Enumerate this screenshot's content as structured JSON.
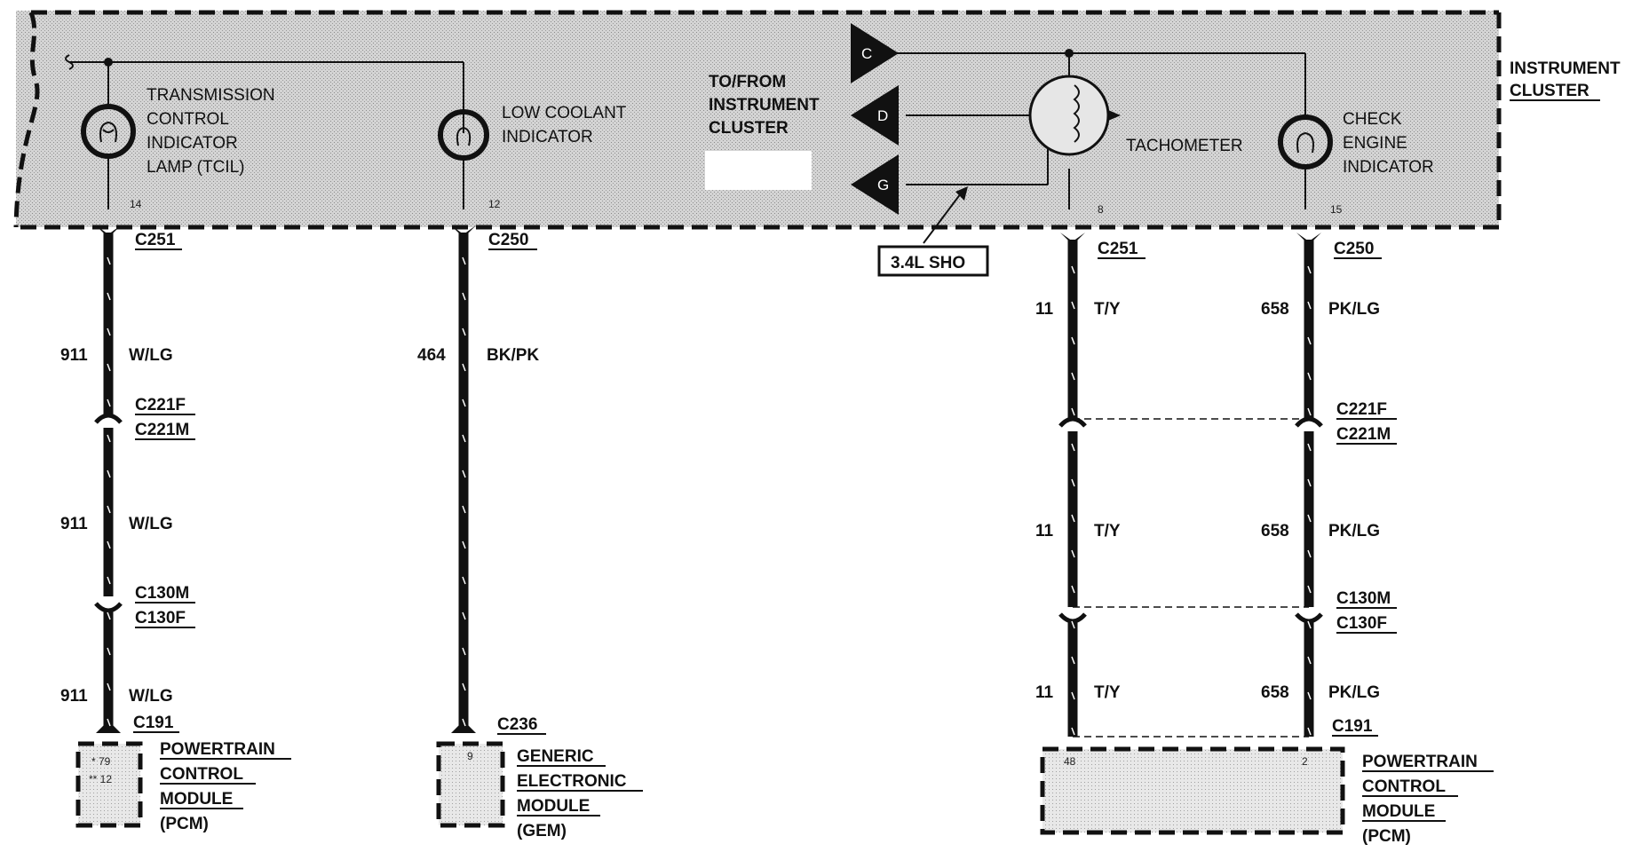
{
  "cluster": {
    "title_line1": "INSTRUMENT",
    "title_line2": "CLUSTER"
  },
  "indicators": {
    "tcil": [
      "TRANSMISSION",
      "CONTROL",
      "INDICATOR",
      "LAMP (TCIL)"
    ],
    "tcil_pin": "14",
    "coolant": [
      "LOW COOLANT",
      "INDICATOR"
    ],
    "coolant_pin": "12",
    "tach": "TACHOMETER",
    "tach_pin": "8",
    "check": [
      "CHECK",
      "ENGINE",
      "INDICATOR"
    ],
    "check_pin": "15"
  },
  "tofrom": [
    "TO/FROM",
    "INSTRUMENT",
    "CLUSTER"
  ],
  "triangles": [
    "C",
    "D",
    "G"
  ],
  "sho_label": "3.4L SHO",
  "wires": {
    "w1_circuit": "911",
    "w1_color": "W/LG",
    "w2_circuit": "464",
    "w2_color": "BK/PK",
    "w3_circuit": "11",
    "w3_color": "T/Y",
    "w4_circuit": "658",
    "w4_color": "PK/LG"
  },
  "connectors": {
    "c251": "C251",
    "c250": "C250",
    "c221f": "C221F",
    "c221m": "C221M",
    "c130m": "C130M",
    "c130f": "C130F",
    "c191": "C191",
    "c236": "C236"
  },
  "modules": {
    "pcm_left": [
      "POWERTRAIN",
      "CONTROL",
      "MODULE",
      "(PCM)"
    ],
    "pcm_left_pins": [
      "* 79",
      "** 12"
    ],
    "gem": [
      "GENERIC",
      "ELECTRONIC",
      "MODULE",
      "(GEM)"
    ],
    "gem_pin": "9",
    "pcm_right": [
      "POWERTRAIN",
      "CONTROL",
      "MODULE",
      "(PCM)"
    ],
    "pcm_right_pin_a": "48",
    "pcm_right_pin_b": "2"
  },
  "colors": {
    "ink": "#111111",
    "shade": "#cfcfcf"
  }
}
